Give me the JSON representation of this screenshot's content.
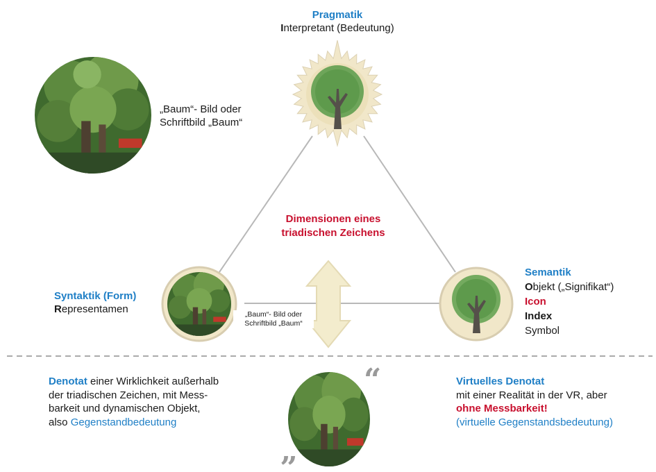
{
  "pragmatik": {
    "heading": "Pragmatik",
    "initial": "I",
    "rest": "nterpretant (Bedeutung)"
  },
  "photo_caption": {
    "line1": "„Baum“- Bild oder",
    "line2": "Schriftbild „Baum“"
  },
  "center_title": {
    "line1": "Dimensionen eines",
    "line2": "triadischen Zeichens"
  },
  "syntaktik": {
    "heading": "Syntaktik (Form)",
    "initial": "R",
    "rest": "epresentamen"
  },
  "small_caption": {
    "line1": "„Baum“- Bild oder",
    "line2": "Schriftbild „Baum“"
  },
  "semantik": {
    "heading": "Semantik",
    "initial": "O",
    "rest": "bjekt („Signifikat“)",
    "icon": "Icon",
    "index": "Index",
    "symbol": "Symbol"
  },
  "denotat": {
    "term": "Denotat",
    "line1_rest": " einer Wirklichkeit außerhalb",
    "line2": "der triadischen Zeichen, mit Mess-",
    "line3": "barkeit und dynamischen Objekt,",
    "line4_prefix": "also ",
    "line4_term": "Gegenstandbedeutung"
  },
  "virtuell": {
    "term": "Virtuelles Denotat",
    "line2": "mit einer Realität in der VR, aber",
    "line3": "ohne Messbarkeit!",
    "line4": "(virtuelle Gegenstandsbedeutung)"
  },
  "quotes": {
    "open": "“",
    "close": "„"
  },
  "icons": [
    "tree-icon",
    "double-arrow-icon",
    "tree-photo",
    "quote-mark-icon"
  ],
  "colors": {
    "blue": "#1f7fc6",
    "red": "#c8102e",
    "line": "#b8b8b8",
    "node_fill": "#f1e7c9",
    "node_border": "#d8cdb0",
    "tree_green": "#5e9a4c",
    "tree_trunk": "#55504a",
    "arrow_fill": "#f3eccd"
  }
}
